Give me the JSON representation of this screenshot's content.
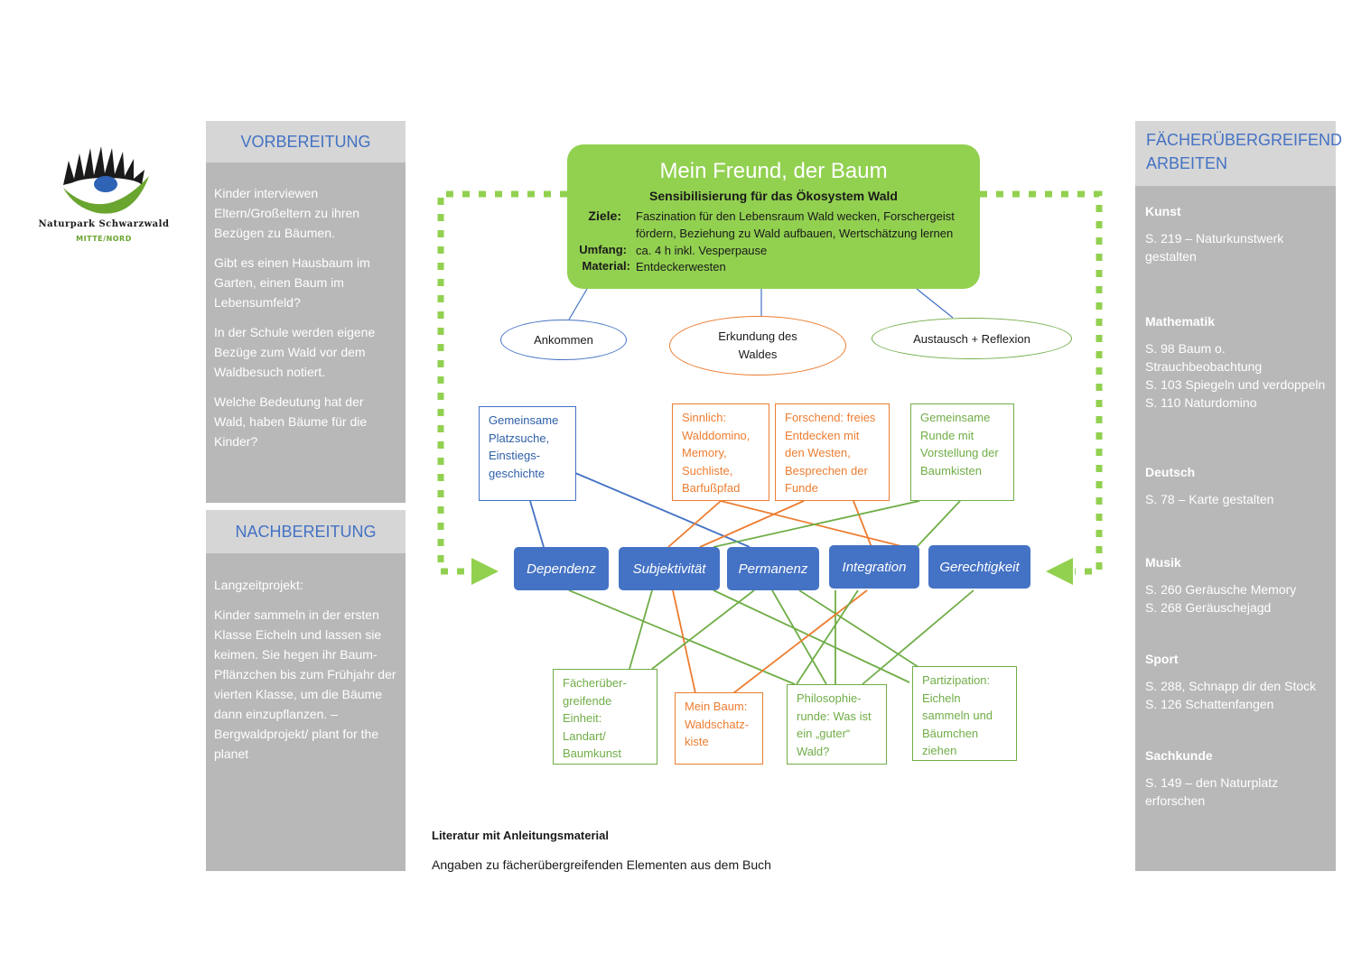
{
  "logo": {
    "name": "Naturpark Schwarzwald",
    "subname": "MITTE/NORD",
    "icon": "eye-landscape-logo",
    "colors": {
      "dark": "#1a1a1a",
      "green": "#6aa52f",
      "blue": "#2e63b5"
    }
  },
  "left": {
    "prep": {
      "title": "VORBEREITUNG",
      "items": [
        "Kinder interviewen Eltern/Großeltern zu ihren Bezügen zu Bäumen.",
        "Gibt es einen Hausbaum im Garten, einen Baum im Lebensumfeld?",
        "In der Schule werden eigene Bezüge zum Wald vor dem Waldbesuch notiert.",
        "Welche Bedeutung hat der Wald, haben Bäume für die Kinder?"
      ]
    },
    "post": {
      "title": "NACHBEREITUNG",
      "intro": "Langzeitprojekt:",
      "text": "Kinder sammeln in der ersten Klasse Eicheln und lassen sie keimen. Sie hegen ihr Baum-Pflänzchen bis zum Frühjahr der vierten Klasse, um die Bäume dann einzupflanzen. – Bergwaldprojekt/ plant for the planet"
    }
  },
  "right": {
    "title": "FÄCHERÜBERGREIFEND ARBEITEN",
    "subjects": [
      {
        "name": "Kunst",
        "items": [
          "S. 219 – Naturkunstwerk gestalten"
        ]
      },
      {
        "name": "Mathematik",
        "items": [
          "S. 98 Baum o. Strauchbeobachtung",
          "S. 103 Spiegeln und verdoppeln",
          "S. 110 Naturdomino"
        ]
      },
      {
        "name": "Deutsch",
        "items": [
          "S. 78 – Karte gestalten"
        ]
      },
      {
        "name": "Musik",
        "items": [
          "S. 260 Geräusche Memory",
          "S. 268 Geräuschejagd"
        ]
      },
      {
        "name": "Sport",
        "items": [
          "S. 288, Schnapp dir den Stock",
          "S.  126 Schattenfangen"
        ]
      },
      {
        "name": "Sachkunde",
        "items": [
          "S. 149 – den Naturplatz erforschen"
        ]
      }
    ]
  },
  "diagram": {
    "title": "Mein Freund, der Baum",
    "subtitle": "Sensibilisierung für das Ökosystem Wald",
    "ziele_label": "Ziele:",
    "ziele": "Faszination für den Lebensraum Wald wecken, Forschergeist fördern, Beziehung zu Wald aufbauen, Wertschätzung lernen",
    "umfang_label": "Umfang:",
    "umfang": "ca. 4 h inkl. Vesperpause",
    "material_label": "Material:",
    "material": "Entdeckerwesten",
    "phases": [
      "Ankommen",
      "Erkundung des Waldes",
      "Austausch + Reflexion"
    ],
    "top_boxes": [
      {
        "text": "Gemeinsame Platzsuche, Einstiegs-geschichte",
        "color": "#2e5fa8"
      },
      {
        "text": "Sinnlich: Walddomino, Memory, Suchliste, Barfußpfad",
        "color": "#ed7d31"
      },
      {
        "text": "Forschend: freies Entdecken mit den Westen, Besprechen der Funde",
        "color": "#ed7d31"
      },
      {
        "text": "Gemeinsame Runde mit Vorstellung der Baumkisten",
        "color": "#70ad47"
      }
    ],
    "principles": [
      "Dependenz",
      "Subjektivität",
      "Permanenz",
      "Integration",
      "Gerechtigkeit"
    ],
    "bottom_boxes": [
      {
        "text": "Fächerüber-greifende Einheit: Landart/ Baumkunst",
        "color": "#70ad47"
      },
      {
        "text": "Mein Baum: Waldschatz-kiste",
        "color": "#ed7d31"
      },
      {
        "text": "Philosophie-runde: Was ist ein „guter“ Wald?",
        "color": "#70ad47"
      },
      {
        "text": "Partizipation: Eicheln sammeln und Bäumchen ziehen",
        "color": "#70ad47"
      }
    ],
    "colors": {
      "green": "#92d050",
      "blue": "#4472c4",
      "orange": "#ed7d31",
      "linegreen": "#70ad47"
    }
  },
  "footer": {
    "literature": "Literatur mit Anleitungsmaterial",
    "note": "Angaben zu fächerübergreifenden Elementen aus dem Buch"
  }
}
